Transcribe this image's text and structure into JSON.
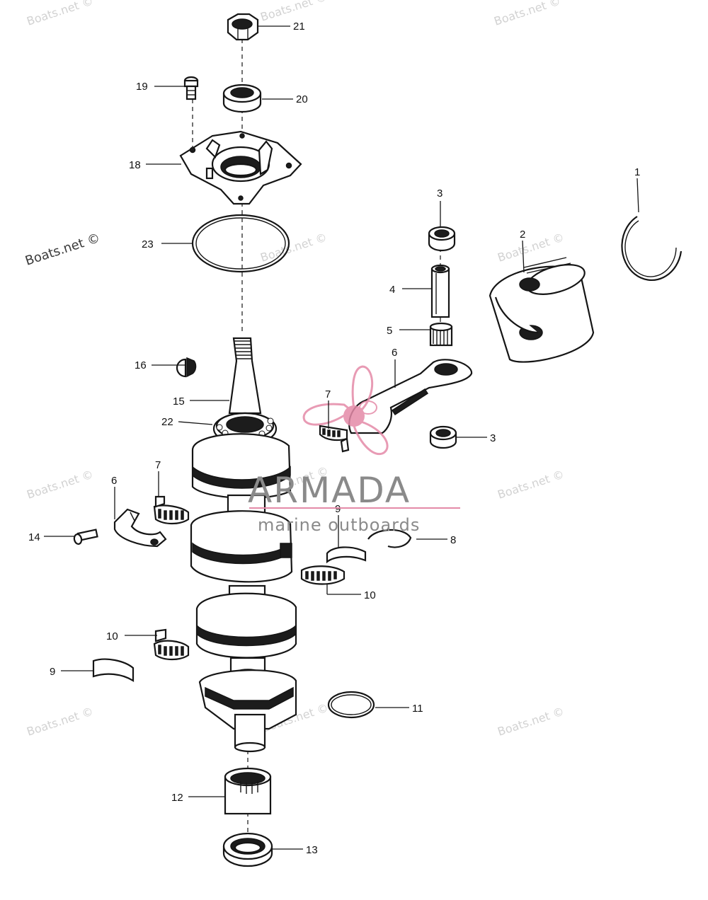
{
  "callouts": [
    {
      "id": "c1",
      "text": "1"
    },
    {
      "id": "c2",
      "text": "2"
    },
    {
      "id": "c3a",
      "text": "3"
    },
    {
      "id": "c3b",
      "text": "3"
    },
    {
      "id": "c4",
      "text": "4"
    },
    {
      "id": "c5",
      "text": "5"
    },
    {
      "id": "c6a",
      "text": "6"
    },
    {
      "id": "c6b",
      "text": "6"
    },
    {
      "id": "c7a",
      "text": "7"
    },
    {
      "id": "c7b",
      "text": "7"
    },
    {
      "id": "c8",
      "text": "8"
    },
    {
      "id": "c9a",
      "text": "9"
    },
    {
      "id": "c9b",
      "text": "9"
    },
    {
      "id": "c10a",
      "text": "10"
    },
    {
      "id": "c10b",
      "text": "10"
    },
    {
      "id": "c11",
      "text": "11"
    },
    {
      "id": "c12",
      "text": "12"
    },
    {
      "id": "c13",
      "text": "13"
    },
    {
      "id": "c14",
      "text": "14"
    },
    {
      "id": "c15",
      "text": "15"
    },
    {
      "id": "c16",
      "text": "16"
    },
    {
      "id": "c18",
      "text": "18"
    },
    {
      "id": "c19",
      "text": "19"
    },
    {
      "id": "c20",
      "text": "20"
    },
    {
      "id": "c21",
      "text": "21"
    },
    {
      "id": "c22",
      "text": "22"
    },
    {
      "id": "c23",
      "text": "23"
    }
  ],
  "watermark": {
    "text": "Boats.net ©"
  },
  "brand": {
    "name": "ARMADA",
    "tagline": "marine outboards"
  },
  "colors": {
    "line": "#151515",
    "watermark": "#d2d2d2",
    "logo_pink": "#e48aa8",
    "brand_gray": "#8a8a8a"
  }
}
